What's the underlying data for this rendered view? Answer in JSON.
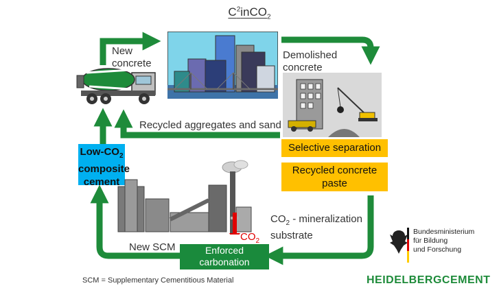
{
  "title": {
    "main": "C",
    "sup": "2",
    "mid": "inCO",
    "sub": "2"
  },
  "labels": {
    "new_concrete": [
      "New",
      "concrete"
    ],
    "demolished_concrete": [
      "Demolished",
      "concrete"
    ],
    "recycled_aggregates": "Recycled aggregates and sand",
    "co2_mineralization": [
      "CO",
      "2",
      " - mineralization",
      "substrate"
    ],
    "new_scm": "New SCM",
    "co2_emission": [
      "CO",
      "2"
    ]
  },
  "boxes": {
    "selective_separation": "Selective separation",
    "recycled_paste": [
      "Recycled concrete",
      "paste"
    ],
    "low_co2_cement": [
      "Low-CO",
      "2",
      "composite",
      "cement"
    ],
    "enforced_carbonation": [
      "Enforced",
      "carbonation"
    ]
  },
  "footnote": "SCM = Supplementary Cementitious Material",
  "ministry": [
    "Bundesministerium",
    "für Bildung",
    "und Forschung"
  ],
  "brand": "HEIDELBERGCEMENT",
  "colors": {
    "arrow_green": "#1e8b3a",
    "yellow": "#ffc000",
    "blue": "#00b0f0",
    "box_green": "#1a8a3c",
    "co2_red": "#e00000"
  },
  "icons": [
    "mixer-truck-icon",
    "city-bridge-icon",
    "demolition-excavator-icon",
    "factory-icon",
    "federal-eagle-icon"
  ]
}
